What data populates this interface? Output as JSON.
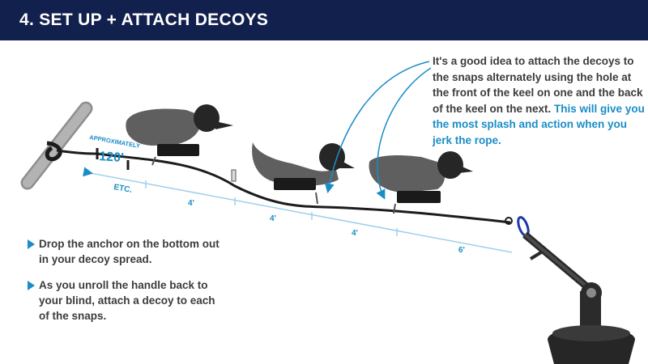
{
  "header": {
    "title": "4. SET UP + ATTACH DECOYS"
  },
  "tip": {
    "text": "It's a good idea to attach the decoys to the snaps alternately using the hole at the front of the keel on one and the back of the keel on the next.",
    "highlight": "This will give you the most splash and action when you jerk the rope."
  },
  "steps": [
    {
      "text": "Drop the anchor on the bottom out in your decoy spread."
    },
    {
      "text": "As you unroll the handle back to your blind, attach a decoy to each of the snaps."
    }
  ],
  "diagram": {
    "approx_label": "APPROXIMATELY",
    "approx_value": "120'",
    "etc_label": "ETC.",
    "spacing_labels": [
      "4'",
      "4'",
      "4'",
      "6'"
    ]
  },
  "colors": {
    "header_bg": "#12204d",
    "accent": "#1a8dc6",
    "text": "#3c3c3c",
    "decoy_body": "#5f5f5f",
    "decoy_head": "#262626",
    "rope": "#1c1c1c",
    "handle": "#a8a8a8"
  },
  "icons": [
    "bullet-arrow-icon",
    "duck-decoy-icon",
    "anchor-icon",
    "handle-pole-icon",
    "carabiner-icon"
  ]
}
